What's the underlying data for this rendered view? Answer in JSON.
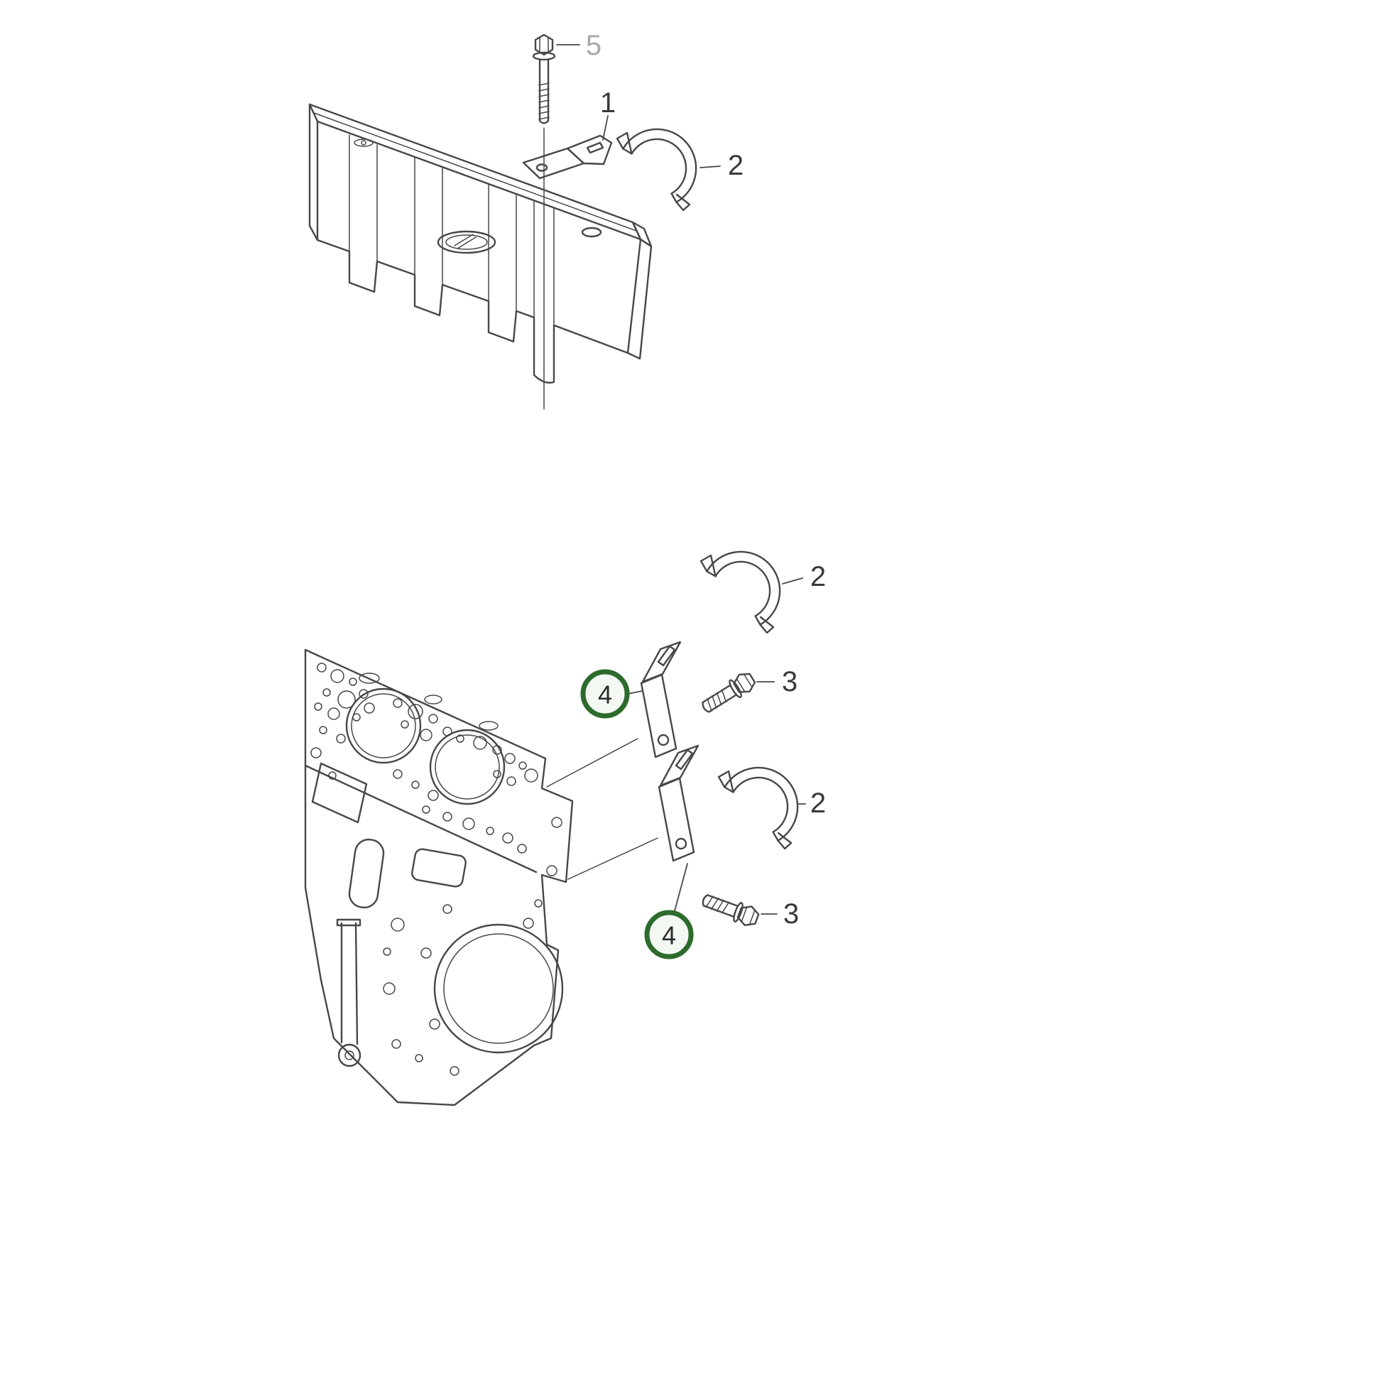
{
  "colors": {
    "line": "#474747",
    "label": "#3a3a3a",
    "muted_label": "#a8a8a8",
    "highlight_ring": "#2c6b2c",
    "highlight_fill": "#f3f8f3",
    "background": "#ffffff"
  },
  "diagram": {
    "type": "exploded-parts-diagram",
    "description": "Engine valve cover and cylinder block with cable clamp brackets",
    "top_view": {
      "parts": [
        "valve-cover",
        "flange-bolt",
        "clamp-bracket",
        "cable-clamp"
      ],
      "callouts": {
        "bolt": {
          "label": "5",
          "muted": true
        },
        "bracket": {
          "label": "1"
        },
        "clamp": {
          "label": "2"
        }
      }
    },
    "bottom_view": {
      "parts": [
        "cylinder-block",
        "clamp-bracket-upper",
        "clamp-bracket-lower",
        "cable-clamps",
        "flange-bolts"
      ],
      "callouts": {
        "clamp_upper": {
          "label": "2"
        },
        "bolt_upper": {
          "label": "3"
        },
        "bracket_upper": {
          "label": "4",
          "highlighted": true
        },
        "clamp_lower": {
          "label": "2"
        },
        "bolt_lower": {
          "label": "3"
        },
        "bracket_lower": {
          "label": "4",
          "highlighted": true
        }
      }
    }
  }
}
